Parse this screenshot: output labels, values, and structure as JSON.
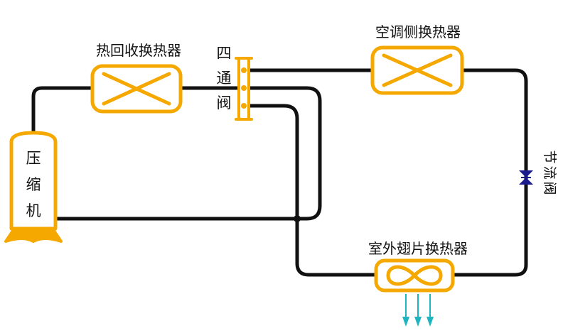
{
  "labels": {
    "compressor": [
      "压",
      "缩",
      "机"
    ],
    "heat_recovery_exchanger": "热回收换热器",
    "four_way_valve": [
      "四",
      "通",
      "阀"
    ],
    "ac_side_exchanger": "空调侧换热器",
    "throttle_valve": [
      "节",
      "流",
      "阀"
    ],
    "outdoor_fin_exchanger": "室外翅片换热器"
  },
  "colors": {
    "pipe": "#111111",
    "component": "#f5a800",
    "component_fill": "#ffffff",
    "throttle_valve": "#1a1a8c",
    "airflow_arrow": "#1fb5c0"
  }
}
